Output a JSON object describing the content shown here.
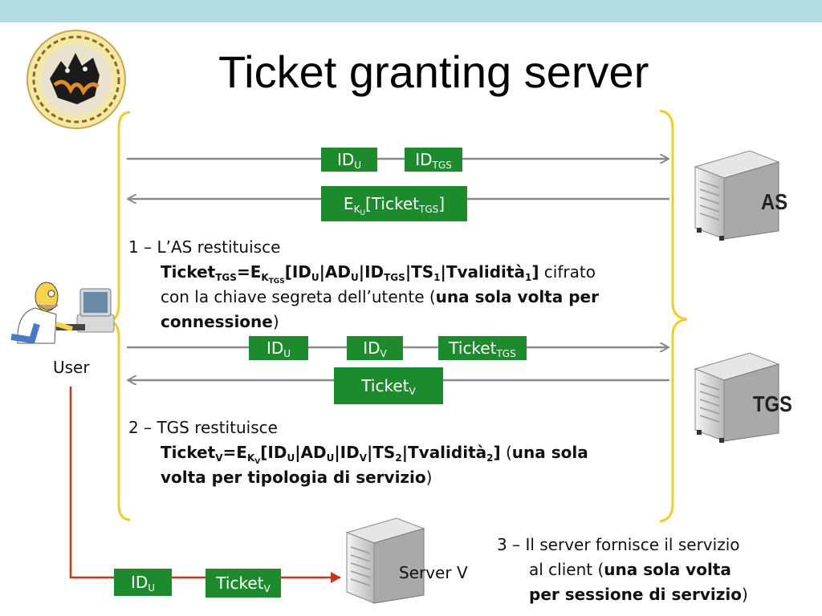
{
  "title": "Ticket granting server",
  "labels": {
    "as": "AS",
    "tgs": "TGS",
    "user": "User",
    "server_v": "Server V"
  },
  "boxes": {
    "b1": {
      "main": "ID",
      "sub": "U"
    },
    "b2": {
      "main": "ID",
      "sub": "TGS"
    },
    "b3": {
      "main1": "E",
      "sub1": "K",
      "subsub1": "U",
      "main2": "[Ticket",
      "sub2": "TGS",
      "main3": "]"
    },
    "b4": {
      "main": "ID",
      "sub": "U"
    },
    "b5": {
      "main": "ID",
      "sub": "V"
    },
    "b6": {
      "main": "Ticket",
      "sub": "TGS"
    },
    "b7": {
      "main": "Ticket",
      "sub": "V"
    },
    "b8": {
      "main": "ID",
      "sub": "U"
    },
    "b9": {
      "main": "Ticket",
      "sub": "V"
    }
  },
  "step1": {
    "heading": "1 – L’AS restituisce",
    "f_ticket": "Ticket",
    "f_tgs": "TGS",
    "f_eq": "=E",
    "f_k": "K",
    "f_ktgs": "TGS",
    "f_id": "[ID",
    "f_u1": "U",
    "f_ad": "|AD",
    "f_u2": "U",
    "f_idtgs": "|ID",
    "f_tgs2": "TGS",
    "f_ts": "|TS",
    "f_1": "1",
    "f_tval": "|Tvalidità",
    "f_1b": "1",
    "f_close": "]",
    "f_tail": " cifrato",
    "line2a": "con la chiave segreta dell’utente (",
    "line2b": "una sola volta per",
    "line3a": "connessione",
    "line3b": ")"
  },
  "step2": {
    "heading": "2 – TGS restituisce",
    "f_ticket": "Ticket",
    "f_v": "V",
    "f_eq": "=E",
    "f_k": "K",
    "f_kv": "V",
    "f_id": "[ID",
    "f_u1": "U",
    "f_ad": "|AD",
    "f_u2": "U",
    "f_idv": "|ID",
    "f_v2": "V",
    "f_ts": "|TS",
    "f_2": "2",
    "f_tval": "|Tvalidità",
    "f_2b": "2",
    "f_close": "]",
    "f_tail1": " (",
    "f_tail2": "una sola",
    "line2a": "volta per tipologia di servizio",
    "line2b": ")"
  },
  "step3": {
    "line1": "3 – Il server fornisce il servizio",
    "line2a": "al client (",
    "line2b": "una sola volta",
    "line3a": "per sessione di servizio",
    "line3b": ")"
  },
  "colors": {
    "topbar": "#b4dde3",
    "box_green": "#1e8a2e",
    "arrow_gray": "#8a8a8a",
    "brace_yellow": "#f2cc2a",
    "user_line": "#c0391b"
  }
}
